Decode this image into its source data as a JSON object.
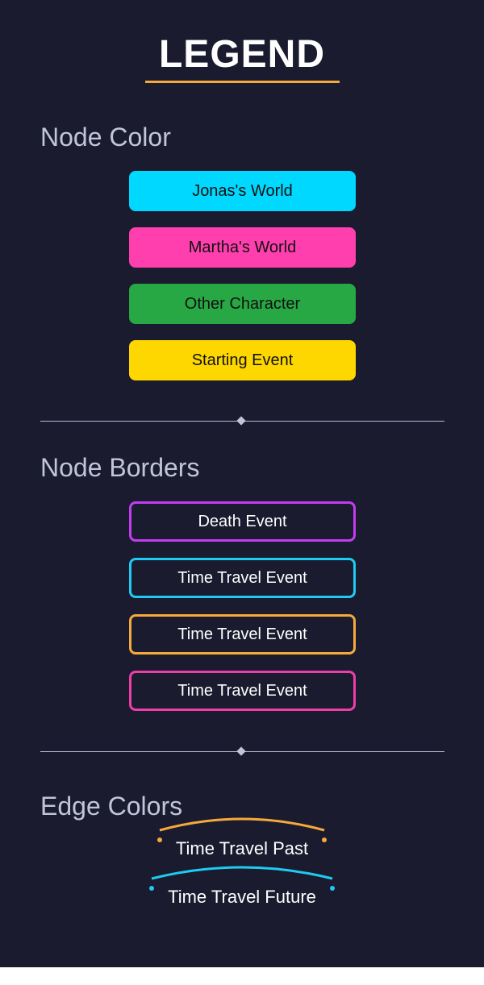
{
  "title": "LEGEND",
  "colors": {
    "background": "#1a1b2f",
    "accent": "#f6a93b",
    "heading_text": "#c2c4d8"
  },
  "node_color": {
    "heading": "Node Color",
    "items": [
      {
        "label": "Jonas's World",
        "color": "#00d8ff"
      },
      {
        "label": "Martha's World",
        "color": "#ff3fae"
      },
      {
        "label": "Other Character",
        "color": "#28a745"
      },
      {
        "label": "Starting Event",
        "color": "#ffd700"
      }
    ]
  },
  "node_borders": {
    "heading": "Node Borders",
    "items": [
      {
        "label": "Death Event",
        "border_color": "#c33cf2"
      },
      {
        "label": "Time Travel Event",
        "border_color": "#1ecbf2"
      },
      {
        "label": "Time Travel Event",
        "border_color": "#f6a93b"
      },
      {
        "label": "Time Travel Event",
        "border_color": "#f03ea8"
      }
    ]
  },
  "edge_colors": {
    "heading": "Edge Colors",
    "items": [
      {
        "label": "Time Travel Past",
        "color": "#f6a93b"
      },
      {
        "label": "Time Travel Future",
        "color": "#1ecbf2"
      }
    ]
  }
}
